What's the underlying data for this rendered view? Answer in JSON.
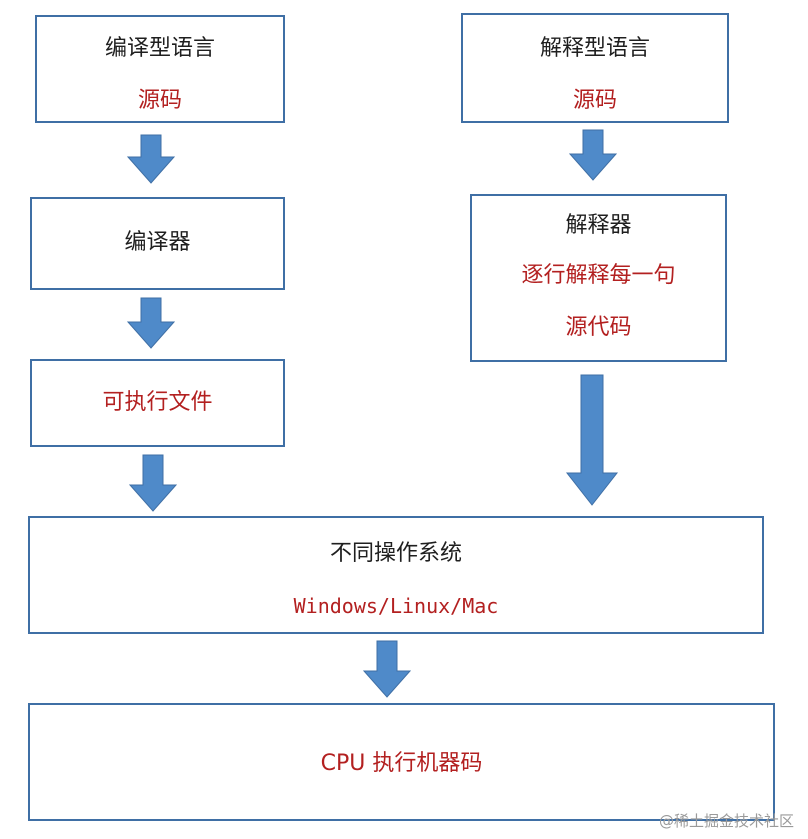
{
  "compiled": {
    "source_box": {
      "title": "编译型语言",
      "subtitle": "源码"
    },
    "compiler_box": {
      "title": "编译器"
    },
    "executable_box": {
      "title": "可执行文件"
    }
  },
  "interpreted": {
    "source_box": {
      "title": "解释型语言",
      "subtitle": "源码"
    },
    "interpreter_box": {
      "title": "解释器",
      "line2": "逐行解释每一句",
      "line3": "源代码"
    }
  },
  "os_box": {
    "title": "不同操作系统",
    "subtitle": "Windows/Linux/Mac"
  },
  "cpu_box": {
    "title": "CPU 执行机器码"
  },
  "watermark": "@稀土掘金技术社区",
  "colors": {
    "box_border": "#3f6fa5",
    "arrow_fill": "#4f8ac9",
    "red_text": "#b32020"
  }
}
